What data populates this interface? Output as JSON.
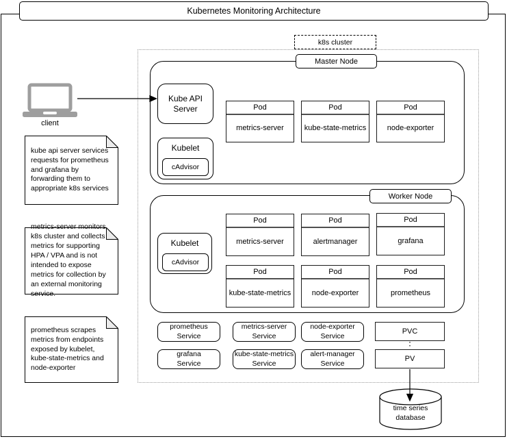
{
  "title": "Kubernetes Monitoring Architecture",
  "client": {
    "label": "client"
  },
  "notes": [
    {
      "text": "kube api server services requests for prometheus and grafana by forwarding them to appropriate k8s services"
    },
    {
      "text": "metrics-server monitors k8s cluster and collects metrics for supporting HPA / VPA and is not intended to expose metrics for collection by an external monitoring service."
    },
    {
      "text": "prometheus scrapes metrics from endpoints exposed by kubelet, kube-state-metrics and node-exporter"
    }
  ],
  "cluster": {
    "label": "k8s cluster",
    "master": {
      "label": "Master Node",
      "api_server_label": "Kube API Server",
      "kubelet_label": "Kubelet",
      "cadvisor_label": "cAdvisor",
      "pod_header": "Pod",
      "pods": [
        "metrics-server",
        "kube-state-metrics",
        "node-exporter"
      ]
    },
    "worker": {
      "label": "Worker Node",
      "kubelet_label": "Kubelet",
      "cadvisor_label": "cAdvisor",
      "pod_header": "Pod",
      "pods": [
        "metrics-server",
        "alertmanager",
        "grafana",
        "kube-state-metrics",
        "node-exporter",
        "prometheus"
      ]
    },
    "services": [
      {
        "line1": "prometheus",
        "line2": "Service"
      },
      {
        "line1": "metrics-server",
        "line2": "Service"
      },
      {
        "line1": "node-exporter",
        "line2": "Service"
      },
      {
        "line1": "grafana",
        "line2": "Service"
      },
      {
        "line1": "kube-state-metrics",
        "line2": "Service"
      },
      {
        "line1": "alert-manager",
        "line2": "Service"
      }
    ],
    "pvc_label": "PVC",
    "pv_label": "PV"
  },
  "database": {
    "line1": "time series",
    "line2": "database"
  },
  "colors": {
    "stroke": "#000000",
    "cluster_border": "#999999",
    "laptop_gray": "#9e9e9e",
    "note_fold": "#ececec"
  }
}
